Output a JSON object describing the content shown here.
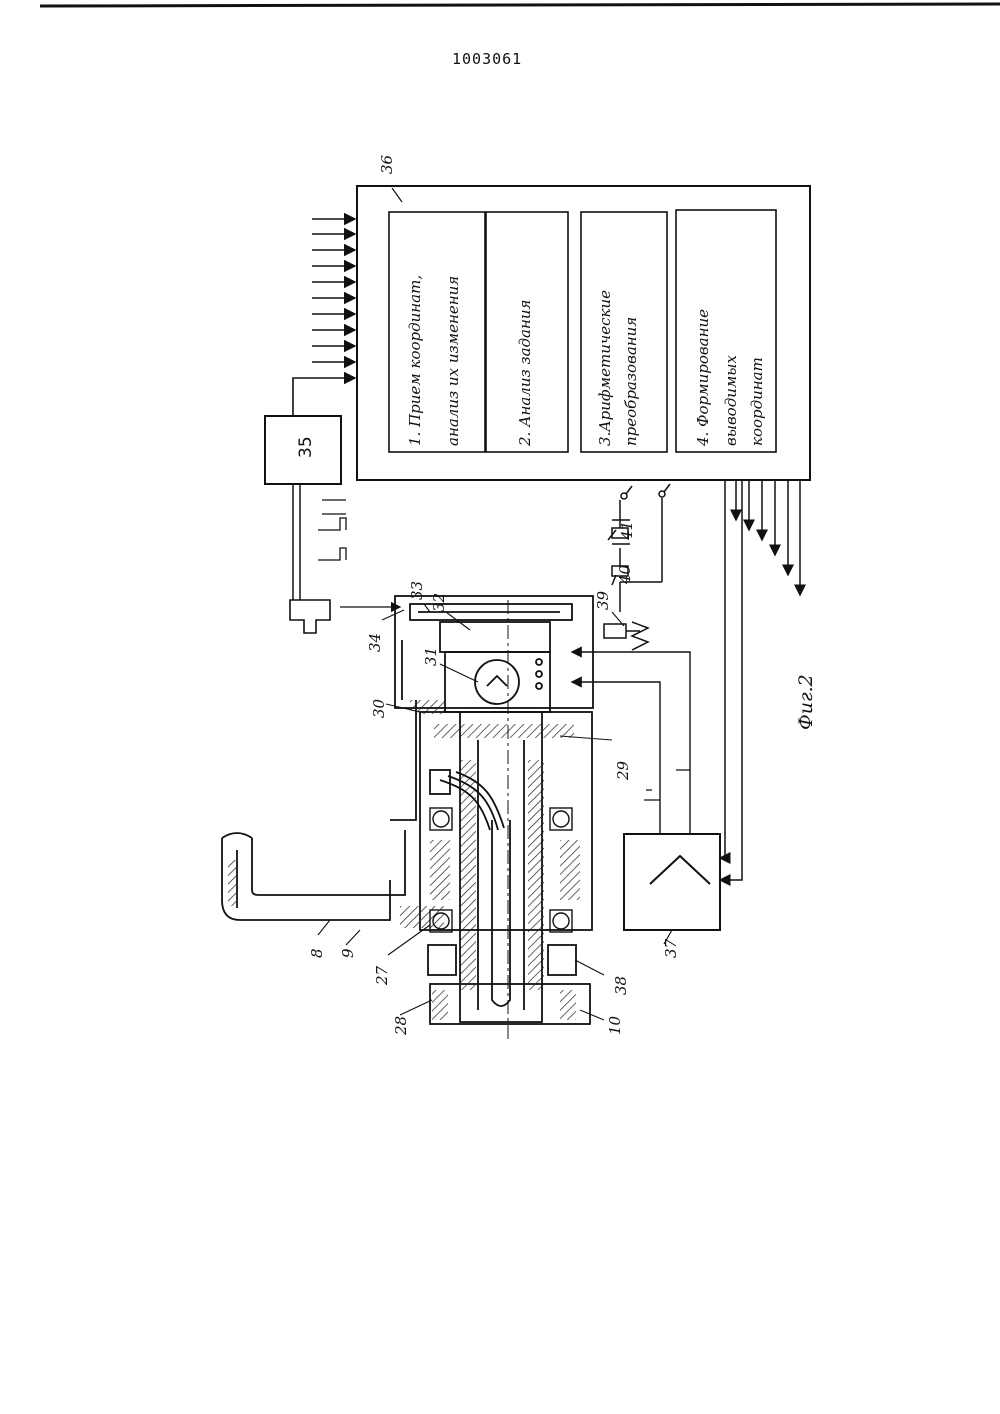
{
  "header": {
    "patent_number": "1003061"
  },
  "unit36": {
    "ref": "36",
    "blocks": [
      {
        "line1": "1. Прием координат,",
        "line2": "анализ их изменения"
      },
      {
        "line1": "2. Анализ задания",
        "line2": ""
      },
      {
        "line1": "3.Арифметические",
        "line2": "преобразования"
      },
      {
        "line1": "4. Формирование",
        "line2": "выводимых",
        "line3": "координат"
      }
    ]
  },
  "unit35": {
    "ref": "35"
  },
  "unit37": {
    "ref": "37"
  },
  "callouts": {
    "r8": "8",
    "r9": "9",
    "r10": "10",
    "r27": "27",
    "r28": "28",
    "r29": "29",
    "r30": "30",
    "r31": "31",
    "r32": "32",
    "r33": "33",
    "r34": "34",
    "r38": "38",
    "r39": "39",
    "r40": "40",
    "r41": "41"
  },
  "caption": "Фиг.2"
}
